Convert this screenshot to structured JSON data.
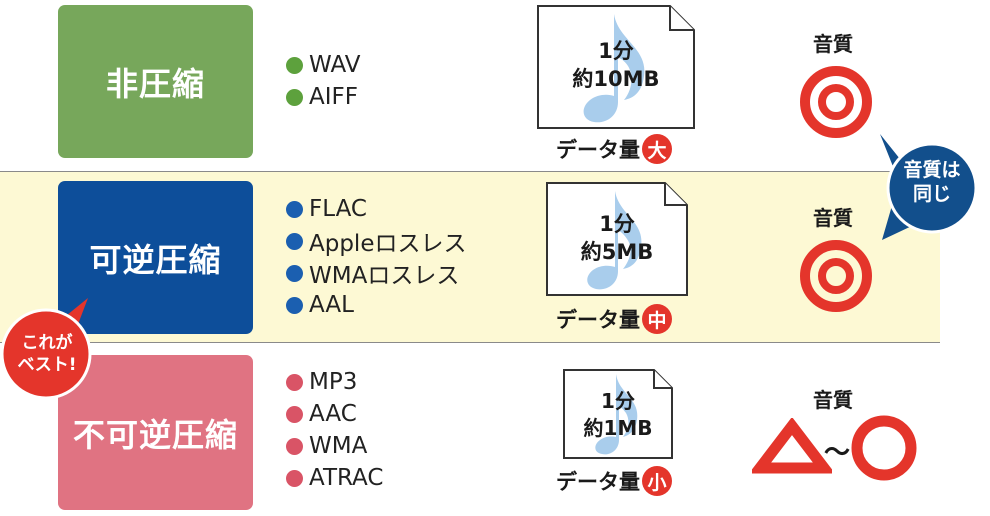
{
  "rows": [
    {
      "title": "非圧縮",
      "color": "#77a75b",
      "bullet_color": "#5da13d",
      "formats": [
        "WAV",
        "AIFF"
      ],
      "doc_duration": "1分",
      "doc_size": "約10MB",
      "amount_label": "データ量",
      "amount_badge": "大",
      "quality_label": "音質"
    },
    {
      "title": "可逆圧縮",
      "color": "#0d4e9a",
      "bullet_color": "#1b5fb0",
      "formats": [
        "FLAC",
        "Appleロスレス",
        "WMAロスレス",
        "AAL"
      ],
      "doc_duration": "1分",
      "doc_size": "約5MB",
      "amount_label": "データ量",
      "amount_badge": "中",
      "quality_label": "音質"
    },
    {
      "title": "不可逆圧縮",
      "color": "#e07382",
      "bullet_color": "#d95466",
      "formats": [
        "MP3",
        "AAC",
        "WMA",
        "ATRAC"
      ],
      "doc_duration": "1分",
      "doc_size": "約1MB",
      "amount_label": "データ量",
      "amount_badge": "小",
      "quality_label": "音質",
      "quality_tilde": "〜"
    }
  ],
  "callout_same": {
    "line1": "音質は",
    "line2": "同じ"
  },
  "callout_best": {
    "line1": "これが",
    "line2": "ベスト!"
  },
  "colors": {
    "accent_red": "#e4352b",
    "callout_blue": "#124f8c",
    "middle_row_bg": "#fdf9d4"
  },
  "icons": [
    "document-icon",
    "music-note-icon",
    "double-circle-icon",
    "triangle-icon",
    "circle-icon"
  ]
}
